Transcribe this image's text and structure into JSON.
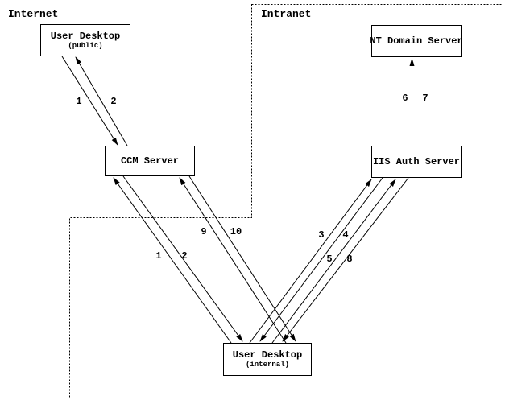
{
  "zones": {
    "internet": {
      "label": "Internet"
    },
    "intranet": {
      "label": "Intranet"
    }
  },
  "nodes": {
    "user_desktop_public": {
      "title": "User Desktop",
      "subtitle": "(public)"
    },
    "ccm_server": {
      "title": "CCM Server"
    },
    "nt_domain_server": {
      "title": "NT Domain Server"
    },
    "iis_auth_server": {
      "title": "IIS Auth Server"
    },
    "user_desktop_internal": {
      "title": "User Desktop",
      "subtitle": "(internal)"
    }
  },
  "flow_labels": {
    "s1_public": "1",
    "s2_public": "2",
    "s1_internal": "1",
    "s2_internal": "2",
    "s3": "3",
    "s4": "4",
    "s5": "5",
    "s6": "6",
    "s7": "7",
    "s8": "8",
    "s9": "9",
    "s10": "10"
  },
  "colors": {
    "line": "#000000",
    "background": "#ffffff"
  }
}
